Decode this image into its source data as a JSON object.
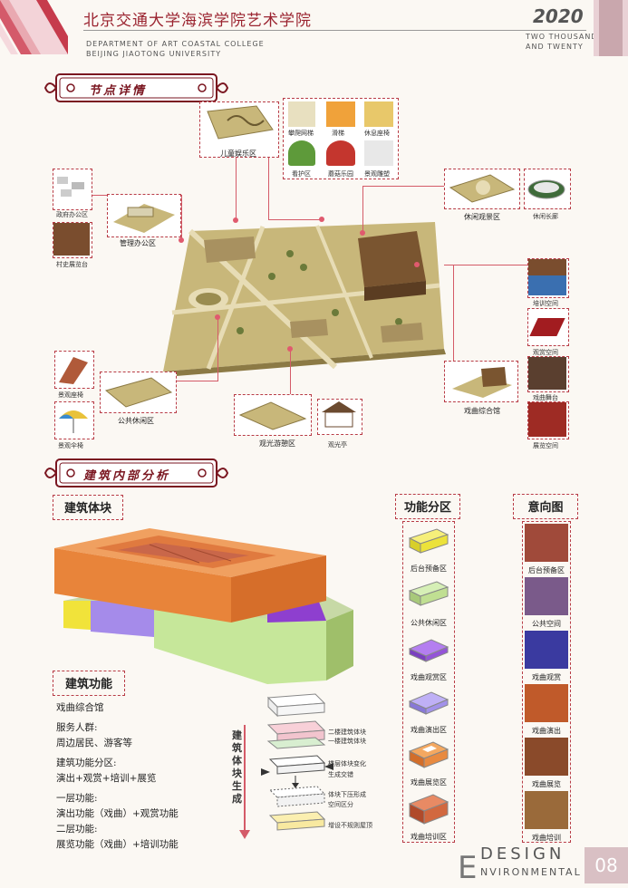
{
  "header": {
    "title_cn": "北京交通大学海滨学院艺术学院",
    "dept_en_1": "DEPARTMENT OF ART COASTAL COLLEGE",
    "dept_en_2": "BEIJING JIAOTONG UNIVERSITY",
    "year": "2020",
    "year_en_1": "TWO THOUSAND",
    "year_en_2": "AND TWENTY"
  },
  "section1": {
    "banner": "节点详情",
    "labels": {
      "children": "儿童娱乐区",
      "climb": "攀爬网梯",
      "slide": "滑梯",
      "seat": "休息座椅",
      "guard": "看护区",
      "maze": "蘑菇乐园",
      "sculpt": "景观雕塑",
      "gov": "政府办公区",
      "village": "村史展览台",
      "manage": "管理办公区",
      "leisure_view": "休闲观景区",
      "corridor": "休闲长廊",
      "training": "培训空间",
      "viewing": "观赏空间",
      "stage": "戏曲舞台",
      "exhibit": "展览空间",
      "opera_center": "戏曲综合馆",
      "bench": "景观座椅",
      "umbrella": "景观伞椅",
      "public": "公共休闲区",
      "sightsee": "观光游憩区",
      "pavilion": "观光亭"
    }
  },
  "section2": {
    "banner": "建筑内部分析",
    "mass_title": "建筑体块",
    "func_col_title": "功能分区",
    "intent_col_title": "意向图",
    "func_title": "建筑功能",
    "lines": [
      "戏曲综合馆",
      "服务人群:",
      "周边居民、游客等",
      "建筑功能分区:",
      "演出+观赏+培训+展览",
      "一层功能:",
      "演出功能（戏曲）+观赏功能",
      "二层功能:",
      "展览功能（戏曲）+培训功能"
    ],
    "gen_title": "建筑体块生成",
    "gen_labels": [
      "二楼建筑体块",
      "一楼建筑体块",
      "楼层体块变化",
      "生成交错",
      "体块下压形成",
      "空间区分",
      "增设不规则屋顶"
    ],
    "func_items": [
      "后台预备区",
      "公共休闲区",
      "戏曲观赏区",
      "戏曲演出区",
      "戏曲展览区",
      "戏曲培训区"
    ],
    "intent_items": [
      "后台预备区",
      "公共空间",
      "戏曲观赏",
      "戏曲演出",
      "戏曲展览",
      "戏曲培训"
    ]
  },
  "footer": {
    "design": "DESIGN",
    "env": "NVIRONMENTAL",
    "big_e": "E",
    "page": "08"
  },
  "colors": {
    "accent_red": "#b83c46",
    "orange": "#e8843a",
    "yellow": "#f1e33a",
    "green": "#c6e79a",
    "purple": "#a58bea",
    "dark_purple": "#8e3fcf",
    "brick": "#d2683f"
  }
}
